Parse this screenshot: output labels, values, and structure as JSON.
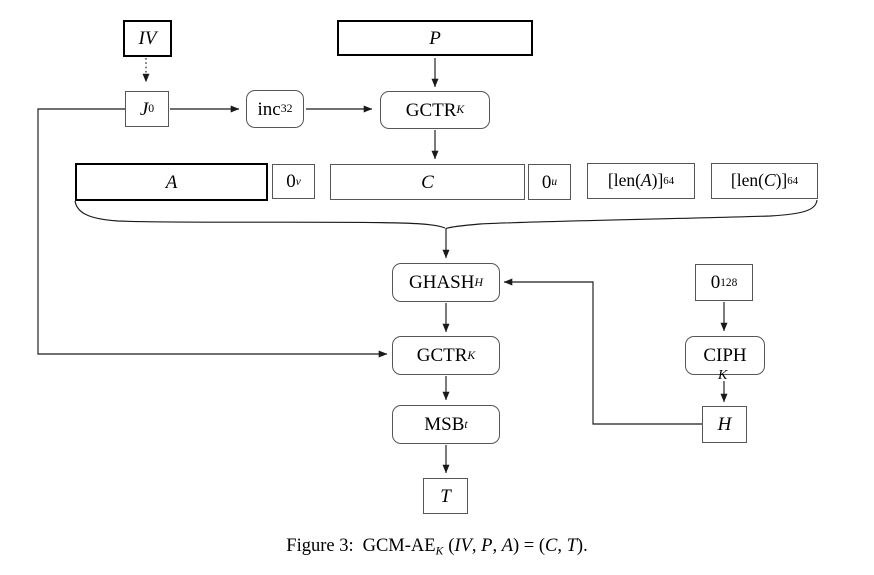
{
  "page": {
    "background": "#ffffff",
    "line_color": "#1a1a1a",
    "bold_border_color": "#000000",
    "thin_border_color": "#565656"
  },
  "nodes": {
    "iv": {
      "label": "IV"
    },
    "p": {
      "label": "P"
    },
    "j0": {
      "label": "J",
      "sub": "0"
    },
    "inc32": {
      "label": "inc",
      "sub": "32"
    },
    "gctr_top": {
      "label": "GCTR",
      "sub": "K"
    },
    "a": {
      "label": "A"
    },
    "zero_v": {
      "base": "0",
      "sup": "v"
    },
    "c": {
      "label": "C"
    },
    "zero_u": {
      "base": "0",
      "sup": "u"
    },
    "len_a": {
      "prefix": "[len(",
      "var": "A",
      "suffix": ")]",
      "sub": "64"
    },
    "len_c": {
      "prefix": "[len(",
      "var": "C",
      "suffix": ")]",
      "sub": "64"
    },
    "ghash": {
      "label": "GHASH",
      "sub": "H"
    },
    "gctr_mid": {
      "label": "GCTR",
      "sub": "K"
    },
    "msb": {
      "label": "MSB",
      "sub": "t"
    },
    "t": {
      "label": "T"
    },
    "zero_128": {
      "base": "0",
      "sup": "128"
    },
    "ciph": {
      "label": "CIPH",
      "key_sub": "K"
    },
    "h": {
      "label": "H"
    }
  },
  "caption": {
    "figure": "Figure 3:",
    "name": "GCM-AE",
    "name_sub": "K",
    "open_paren": "(",
    "arg1": "IV",
    "sep1": ", ",
    "arg2": "P",
    "sep2": ", ",
    "arg3": "A",
    "equals": ") = (",
    "out1": "C",
    "sep3": ", ",
    "out2": "T",
    "close": ")."
  }
}
